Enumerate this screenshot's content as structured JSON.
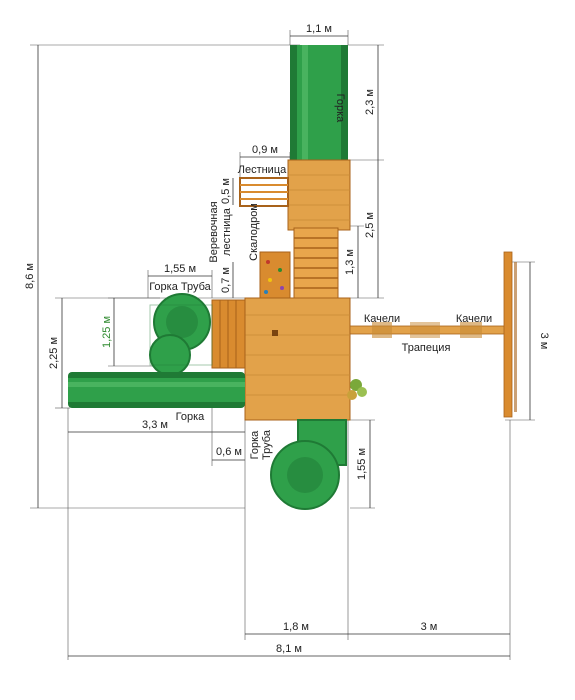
{
  "colors": {
    "slide": "#2fa04a",
    "slide_dark": "#1f7a35",
    "wood": "#d98b2f",
    "wood_dark": "#a8621a",
    "roof": "#e2a24a",
    "dimension_line": "#333333"
  },
  "icons": [
    "leaf-icon"
  ],
  "labels": {
    "slide_top": "Горка",
    "ladder": "Лестница",
    "rope_ladder": "Веревочная лестница",
    "climbing_wall": "Скалодром",
    "tube_slide_left": "Горка Труба",
    "slide_bottom": "Горка",
    "tube_slide_bottom": "Горка Труба",
    "swing_left": "Качели",
    "swing_right": "Качели",
    "trapeze": "Трапеция"
  },
  "dimensions": {
    "slide_width": "1,1 м",
    "slide_length": "2,3 м",
    "ladder_width": "0,9 м",
    "ladder_depth": "0,5 м",
    "rope_ladder_width": "0,7 м",
    "tower_depth": "2,5 м",
    "climbing_wall_height": "1,3 м",
    "tube_slide_left_width": "1,55 м",
    "tube_inner": "1,25 м",
    "left_side_height": "2,25 м",
    "total_height": "8,6 м",
    "slide_bottom_length": "3,3 м",
    "offset_small": "0,6 м",
    "tube_bottom_length": "1,55 м",
    "tower_width": "1,8 м",
    "swing_length": "3 м",
    "swing_beam": "3 м",
    "total_width": "8,1 м"
  }
}
